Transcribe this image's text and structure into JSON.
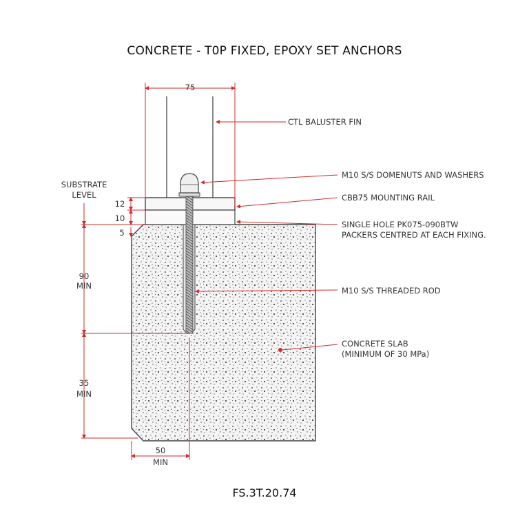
{
  "title": "CONCRETE - T0P FIXED, EPOXY SET ANCHORS",
  "drawing_code": "FS.3T.20.74",
  "colors": {
    "line": "#444444",
    "dimension": "#d22a2a",
    "concrete_fill": "#f2f2f2"
  },
  "dimensions": {
    "width_top": "75",
    "rail": "12",
    "packer": "10",
    "edge_gap": "5",
    "embed_depth": "90",
    "embed_depth_min": "MIN",
    "cover_below": "35",
    "cover_below_min": "MIN",
    "edge_distance": "50",
    "edge_distance_min": "MIN"
  },
  "labels": {
    "substrate_line1": "SUBSTRATE",
    "substrate_line2": "LEVEL",
    "baluster_fin": "CTL BALUSTER FIN",
    "domenuts": "M10 S/S DOMENUTS AND WASHERS",
    "mounting_rail": "CBB75 MOUNTING RAIL",
    "packers_line1": "SINGLE HOLE PK075-090BTW",
    "packers_line2": "PACKERS CENTRED AT EACH FIXING.",
    "threaded_rod": "M10 S/S THREADED ROD",
    "slab_line1": "CONCRETE SLAB",
    "slab_line2": "(MINIMUM OF 30 MPa)"
  }
}
